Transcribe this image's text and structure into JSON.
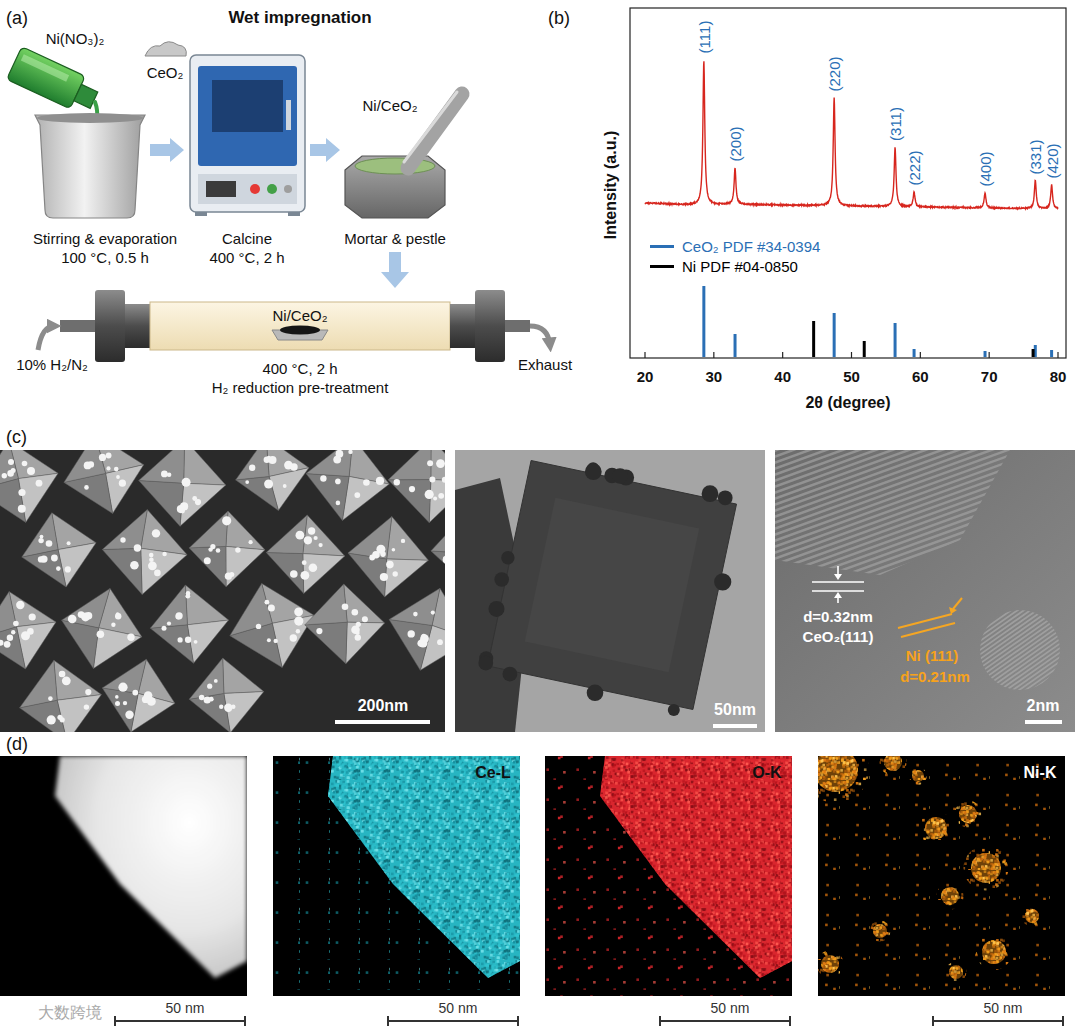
{
  "diagram": {
    "labels": [
      "(a)",
      "Wet impregnation",
      "Ni(NO₃)₂",
      "CeO₂",
      "Stirring & evaporation",
      "100 °C, 0.5 h",
      "Calcine",
      "400 °C, 2 h",
      "Ni/CeO₂",
      "Mortar & pestle",
      "Ni/CeO₂",
      "10% H₂/N₂",
      "400 °C, 2 h",
      "Exhaust",
      "H₂ reduction pre-treatment",
      "(b)",
      "(111)",
      "(200)",
      "(220)",
      "(311)",
      "(222)",
      "(400)",
      "(331)",
      "(420)",
      "Intensity (a.u.)",
      "20",
      "30",
      "40",
      "50",
      "60",
      "70",
      "80",
      "2θ (degree)",
      "(c)",
      "200nm",
      "50nm",
      "d=0.32nm",
      "CeO₂(111)",
      "Ni (111)",
      "d=0.21nm",
      "2nm",
      "(d)",
      "Ce-L",
      "O-K",
      "Ni-K",
      "50 nm",
      "50 nm",
      "50 nm",
      "50 nm",
      "大数跨境"
    ],
    "legend": [
      {
        "text": "CeO₂ PDF #34-0394",
        "color": "#2a6fb5"
      },
      {
        "text": "Ni PDF #04-0850",
        "color": "#000000"
      }
    ]
  }
}
